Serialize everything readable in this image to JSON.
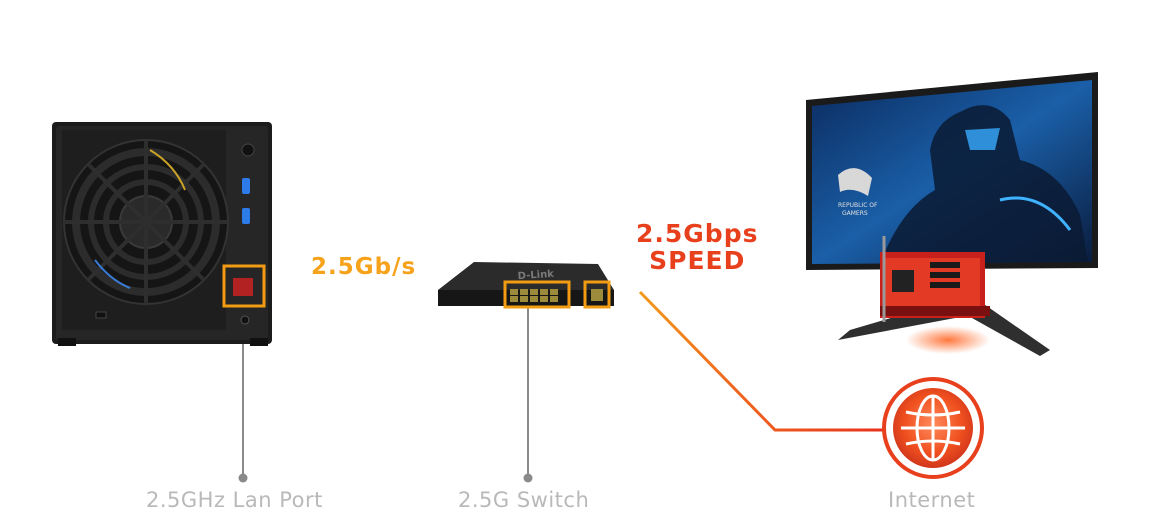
{
  "labels": {
    "nas": "2.5GHz Lan Port",
    "switch": "2.5G Switch",
    "internet": "Internet"
  },
  "speeds": {
    "nas_link": "2.5Gb/s",
    "pc_link_line1": "2.5Gbps",
    "pc_link_line2": "SPEED"
  },
  "devices": {
    "switch_brand": "D-Link",
    "monitor_logo_line1": "REPUBLIC OF",
    "monitor_logo_line2": "GAMERS"
  },
  "icons": {
    "nas": "nas-device-icon",
    "switch": "network-switch-icon",
    "monitor": "gaming-monitor-icon",
    "internet": "globe-icon"
  },
  "colors": {
    "orange_link": "#f7a21b",
    "red_link": "#e8401c",
    "highlight_box": "#f39c12",
    "label_gray": "#b9b9b9"
  }
}
